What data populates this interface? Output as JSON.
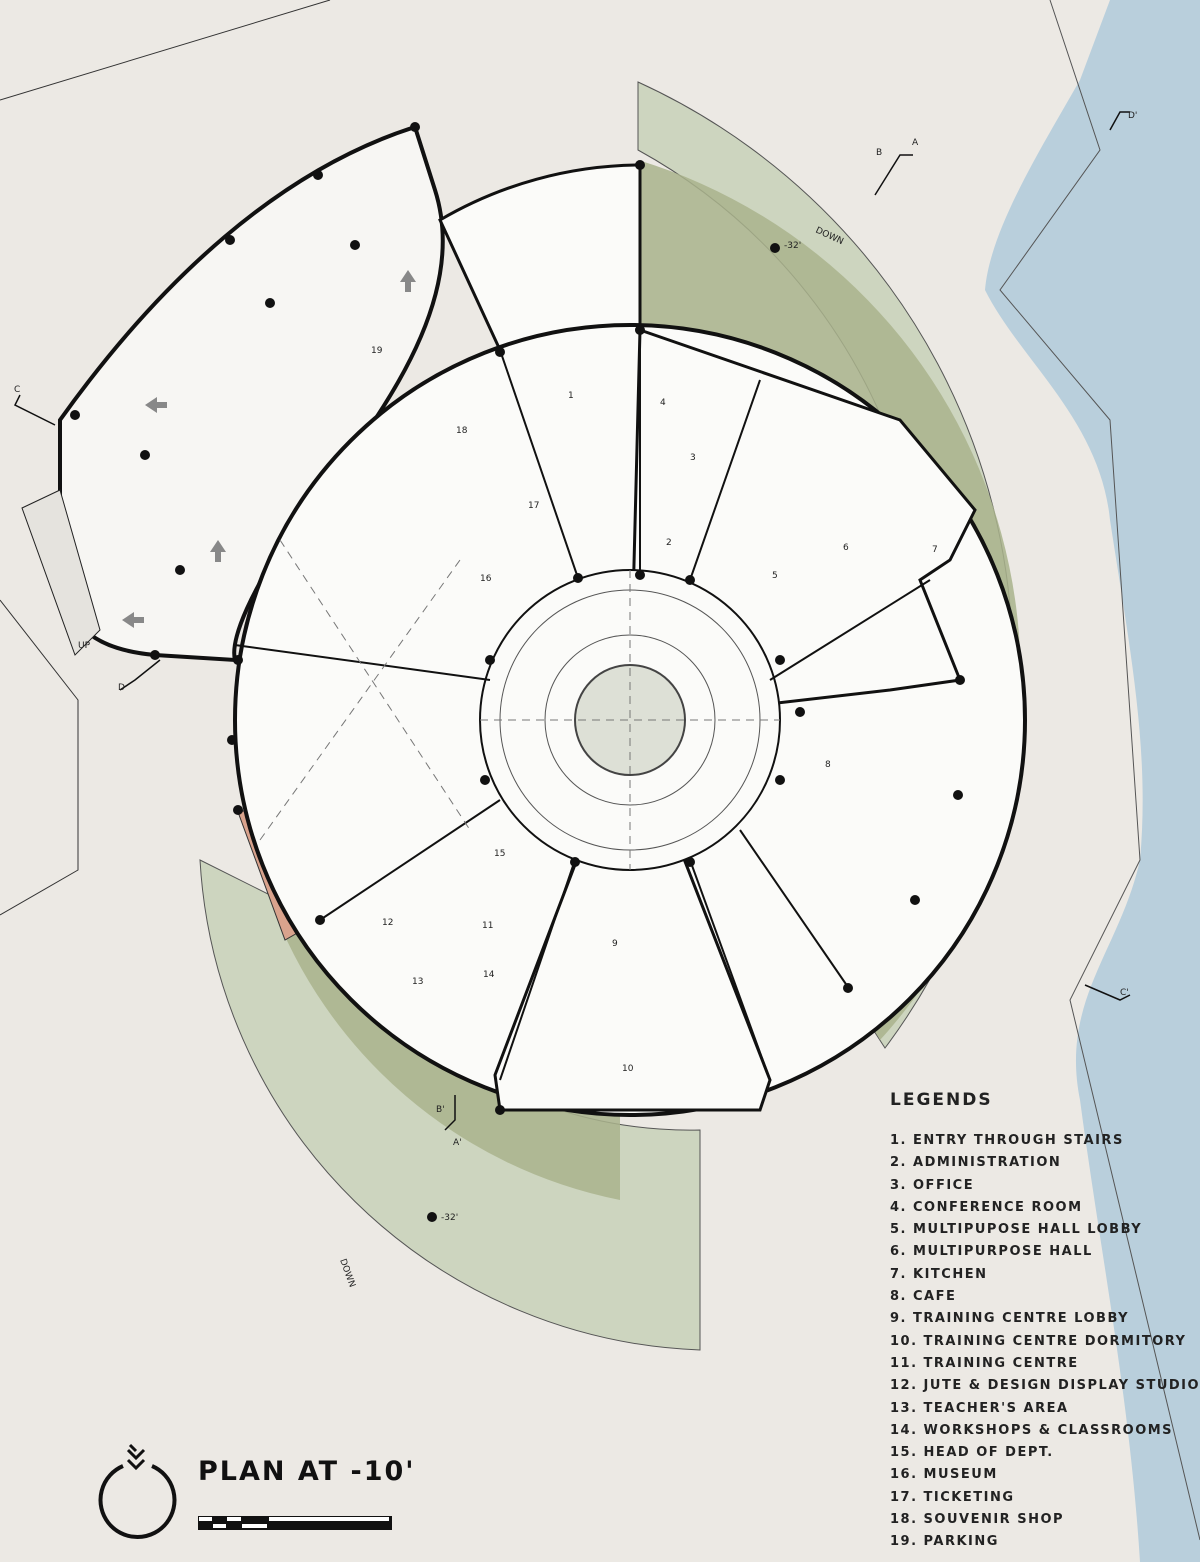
{
  "title": "PLAN AT -10'",
  "legend": {
    "heading": "LEGENDS",
    "items": [
      "1. ENTRY THROUGH STAIRS",
      "2. ADMINISTRATION",
      "3. OFFICE",
      "4.  CONFERENCE ROOM",
      "5. MULTIPUPOSE HALL LOBBY",
      "6. MULTIPURPOSE HALL",
      "7. KITCHEN",
      "8. CAFE",
      "9. TRAINING CENTRE LOBBY",
      "10. TRAINING CENTRE DORMITORY",
      "11. TRAINING CENTRE",
      "12. JUTE & DESIGN DISPLAY STUDIO",
      "13. TEACHER'S AREA",
      "14. WORKSHOPS & CLASSROOMS",
      "15. HEAD OF DEPT.",
      "16. MUSEUM",
      "17. TICKETING",
      "18. SOUVENIR SHOP",
      "19. PARKING"
    ]
  },
  "room_numbers": [
    "1",
    "2",
    "3",
    "4",
    "5",
    "6",
    "7",
    "8",
    "9",
    "10",
    "11",
    "12",
    "13",
    "14",
    "15",
    "16",
    "17",
    "18",
    "19"
  ],
  "section_marks": [
    "A",
    "B",
    "C",
    "D",
    "A'",
    "B'",
    "C'",
    "D'"
  ],
  "annotations": {
    "level_top": "-32'",
    "level_bottom": "-32'",
    "down_top": "DOWN",
    "down_bottom": "DOWN",
    "up": "UP"
  },
  "colors": {
    "background": "#ece9e4",
    "landscape_green": "#aab58f",
    "landscape_light": "#cdd5bf",
    "water": "#b9cfdc",
    "deck": "#d9a38d"
  }
}
